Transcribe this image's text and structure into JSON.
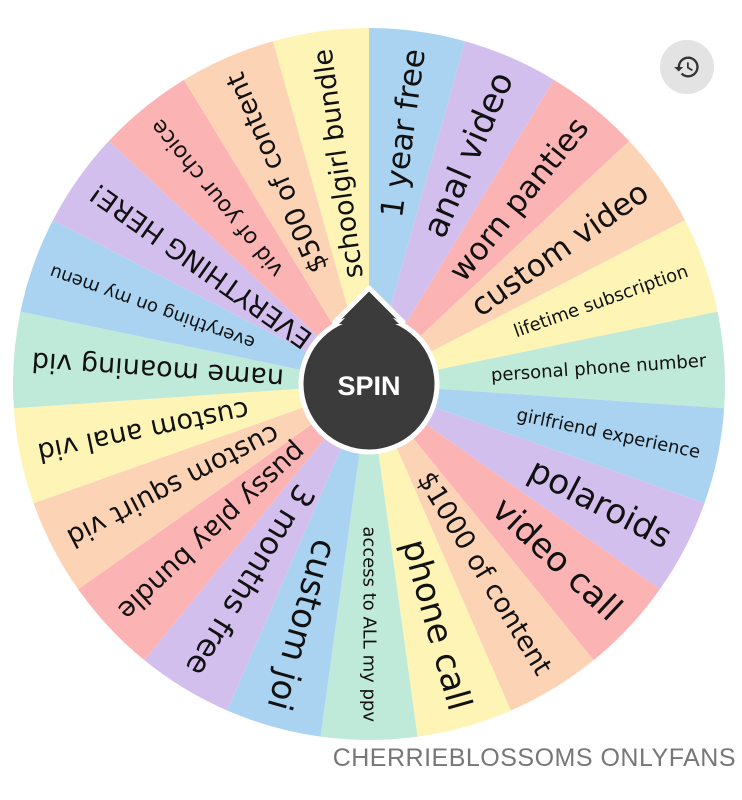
{
  "wheel": {
    "segments": [
      {
        "label": "1 year free",
        "color": "#a9d3f1"
      },
      {
        "label": "anal video",
        "color": "#d3bfee"
      },
      {
        "label": "worn panties",
        "color": "#fbb3b3"
      },
      {
        "label": "custom video",
        "color": "#fdd3b6"
      },
      {
        "label": "lifetime subscription",
        "color": "#fdf4b5"
      },
      {
        "label": "personal phone number",
        "color": "#bfe9d9"
      },
      {
        "label": "girlfriend experience",
        "color": "#a9d3f1"
      },
      {
        "label": "polaroids",
        "color": "#d3bfee"
      },
      {
        "label": "video call",
        "color": "#fbb3b3"
      },
      {
        "label": "$1000 of content",
        "color": "#fdd3b6"
      },
      {
        "label": "phone call",
        "color": "#fdf4b5"
      },
      {
        "label": "access to ALL my ppv",
        "color": "#bfe9d9"
      },
      {
        "label": "custom joi",
        "color": "#a9d3f1"
      },
      {
        "label": "3 months free",
        "color": "#d3bfee"
      },
      {
        "label": "pussy play bundle",
        "color": "#fbb3b3"
      },
      {
        "label": "custom squirt vid",
        "color": "#fdd3b6"
      },
      {
        "label": "custom anal vid",
        "color": "#fdf4b5"
      },
      {
        "label": "name moaning vid",
        "color": "#bfe9d9"
      },
      {
        "label": "everything on my menu",
        "color": "#a9d3f1"
      },
      {
        "label": "EVERYTHING HERE!",
        "color": "#d3bfee"
      },
      {
        "label": "vid of your choice",
        "color": "#fbb3b3"
      },
      {
        "label": "$500 of content",
        "color": "#fdd3b6"
      },
      {
        "label": "schoolgirl bundle",
        "color": "#fdf4b5"
      }
    ],
    "hub_color": "#3b3b3b",
    "hub_border": "#ffffff"
  },
  "spin_button": {
    "label": "SPIN"
  },
  "history_button": {
    "icon": "history-icon"
  },
  "watermark": {
    "text": "CHERRIEBLOSSOMS ONLYFANS"
  }
}
